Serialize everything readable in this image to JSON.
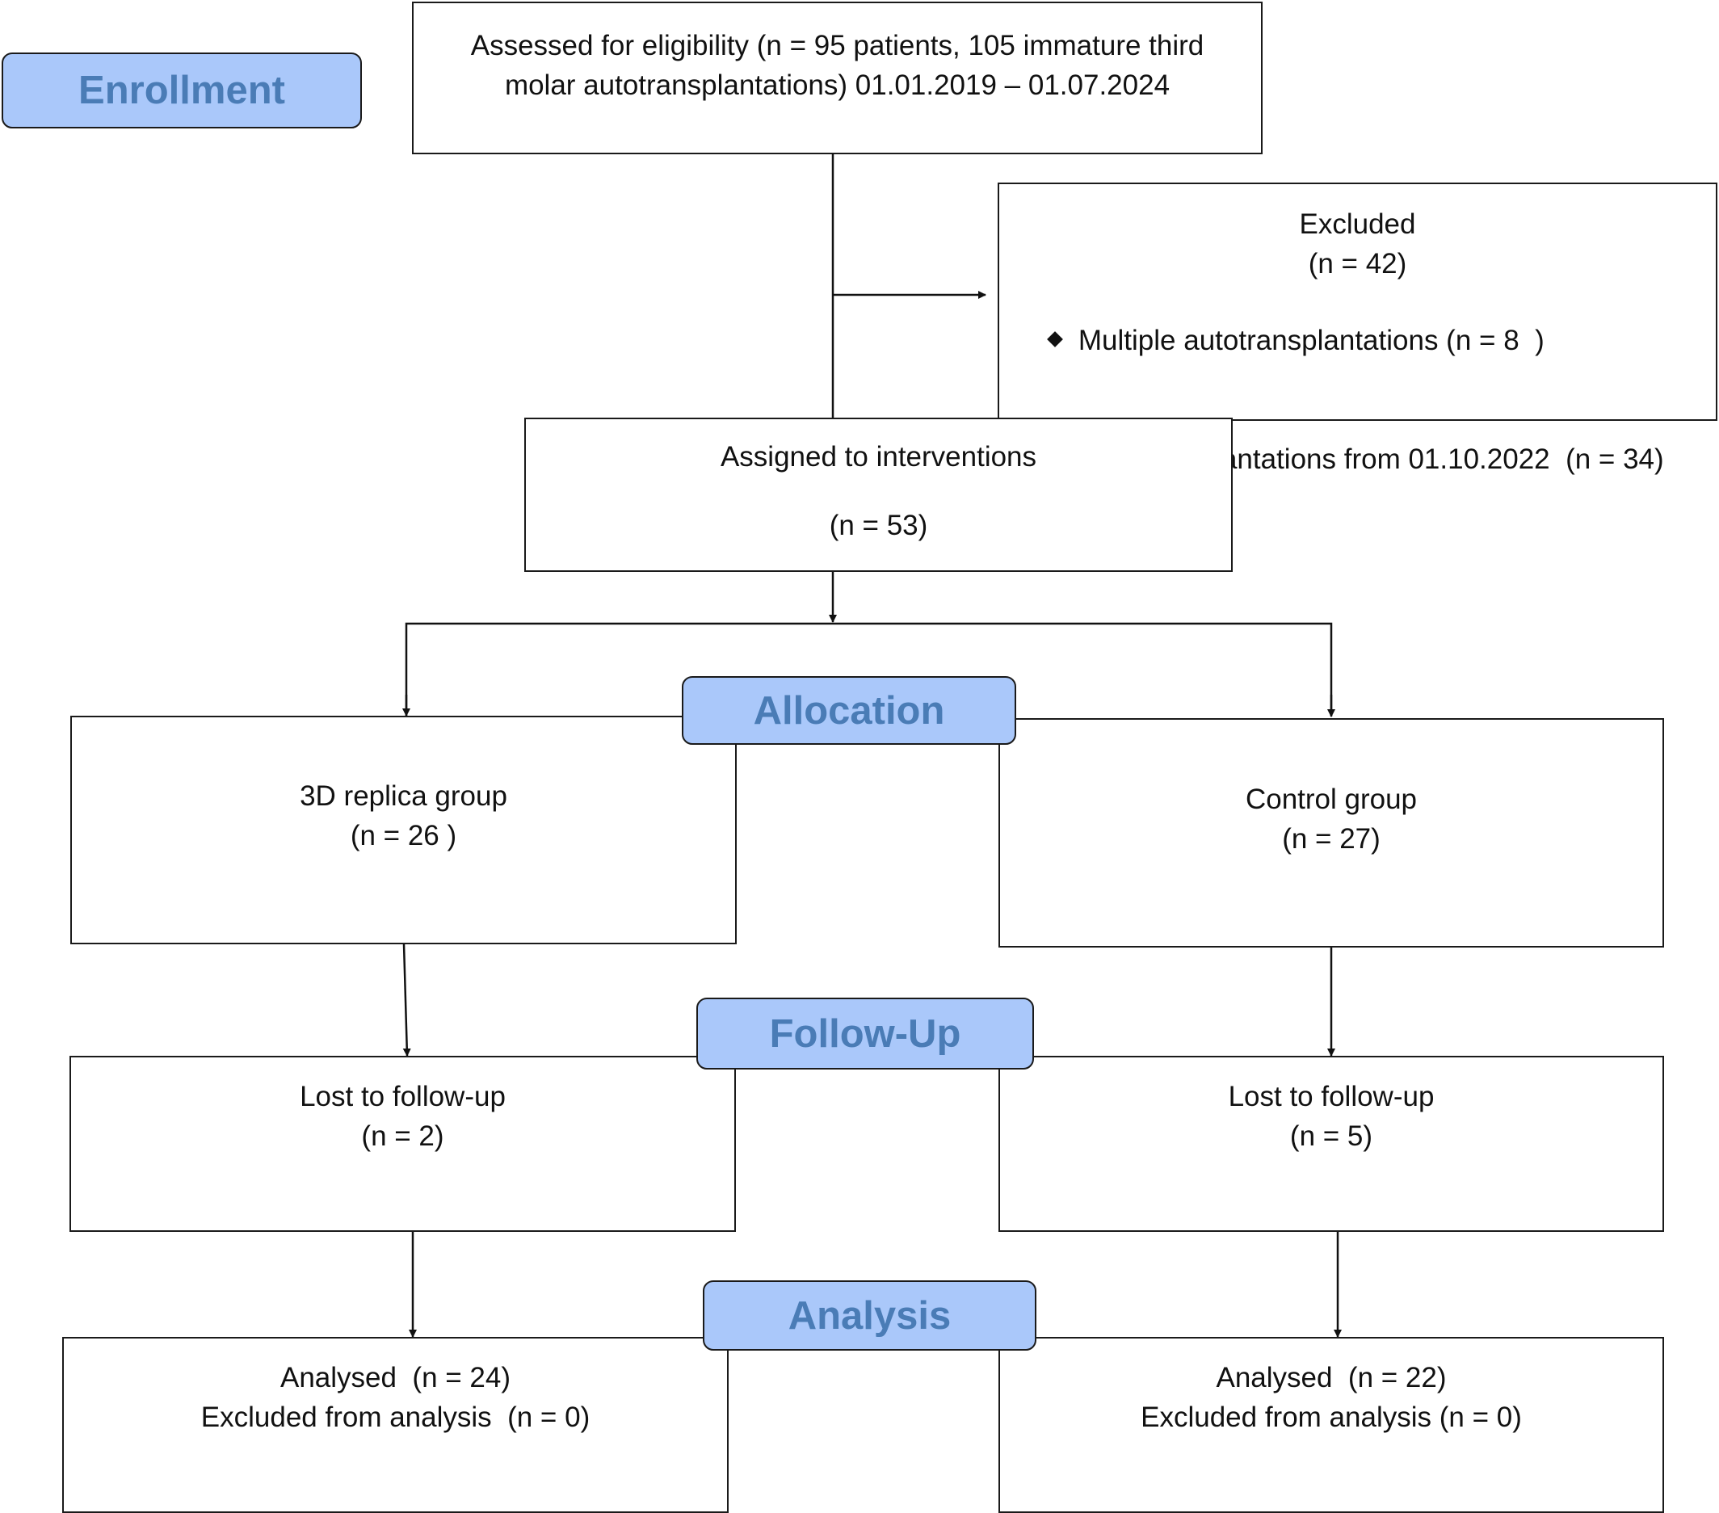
{
  "stages": {
    "enrollment": "Enrollment",
    "allocation": "Allocation",
    "follow_up": "Follow-Up",
    "analysis": "Analysis"
  },
  "assessed": {
    "line1": "Assessed for eligibility (n = 95 patients, 105 immature third",
    "line2": "molar autotransplantations) 01.01.2019 – 01.07.2024"
  },
  "excluded": {
    "title": "Excluded",
    "count": "(n = 42)",
    "items": [
      "Multiple autotransplantations (n = 8  )",
      "Autotransplantations from 01.10.2022  (n = 34)"
    ]
  },
  "assigned": {
    "title": "Assigned to interventions",
    "count": "(n = 53)"
  },
  "groups": {
    "replica": {
      "title": "3D replica group",
      "count": "(n = 26 )",
      "lost_title": "Lost to follow-up",
      "lost_count": "(n = 2)",
      "analysed": "Analysed  (n = 24)",
      "excluded": "Excluded from analysis  (n = 0)"
    },
    "control": {
      "title": "Control group",
      "count": "(n = 27)",
      "lost_title": "Lost to follow-up",
      "lost_count": "(n = 5)",
      "analysed": "Analysed  (n = 22)",
      "excluded": "Excluded from analysis (n = 0)"
    }
  }
}
